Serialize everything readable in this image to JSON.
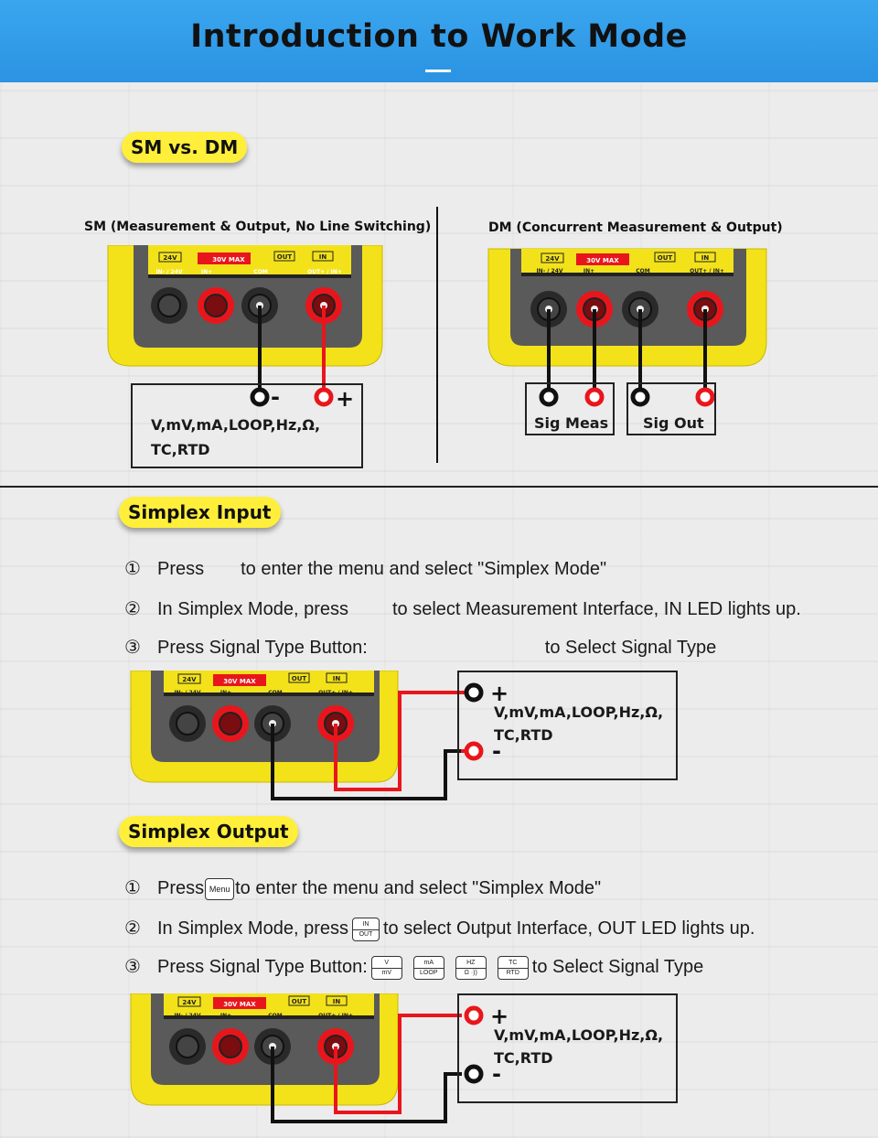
{
  "header": {
    "title": "Introduction to Work Mode"
  },
  "section_sm_dm": {
    "pill": "SM vs. DM",
    "sm_caption": "SM (Measurement & Output, No Line Switching)",
    "dm_caption": "DM (Concurrent Measurement & Output)",
    "sm_box_line1": "V,mV,mA,LOOP,Hz,Ω,",
    "sm_box_line2": "TC,RTD",
    "dm_box_meas": "Sig Meas",
    "dm_box_out": "Sig Out"
  },
  "panel_labels": {
    "v24": "24V",
    "warn": "30V MAX",
    "out": "OUT",
    "in": "IN",
    "in24": "IN- / 24V",
    "inplus": "IN+",
    "com": "COM",
    "outin": "OUT+ / IN+"
  },
  "signs": {
    "plus": "+",
    "minus": "-"
  },
  "simplex_input": {
    "pill": "Simplex Input",
    "step1_num": "①",
    "step1_a": "Press",
    "step1_b": "to enter the menu and select \"Simplex Mode\"",
    "step2_num": "②",
    "step2_a": "In Simplex Mode, press",
    "step2_b": "to select Measurement Interface, IN LED lights up.",
    "step3_num": "③",
    "step3_a": "Press Signal Type Button:",
    "step3_b": "to Select Signal Type",
    "box_line1": "V,mV,mA,LOOP,Hz,Ω,",
    "box_line2": "TC,RTD"
  },
  "simplex_output": {
    "pill": "Simplex Output",
    "step1_num": "①",
    "step1_a": "Press",
    "step1_b": "to enter the menu and select \"Simplex Mode\"",
    "step2_num": "②",
    "step2_a": "In Simplex Mode, press",
    "step2_b": "to select Output Interface, OUT LED lights up.",
    "step3_num": "③",
    "step3_a": "Press Signal Type Button:",
    "step3_b": "to Select Signal Type",
    "box_line1": "V,mV,mA,LOOP,Hz,Ω,",
    "box_line2": "TC,RTD"
  },
  "keys": {
    "menu": "Menu",
    "inout_top": "IN",
    "inout_bottom": "OUT",
    "v_top": "V",
    "v_bottom": "mV",
    "ma_top": "mA",
    "ma_bottom": "LOOP",
    "hz_top": "HZ",
    "hz_bottom": "Ω ·))",
    "tc_top": "TC",
    "tc_bottom": "RTD"
  },
  "colors": {
    "header": "#2f9be6",
    "pill": "#ffef3a",
    "device_yellow": "#f3e21a",
    "wire_red": "#e8161c",
    "wire_black": "#111111"
  }
}
